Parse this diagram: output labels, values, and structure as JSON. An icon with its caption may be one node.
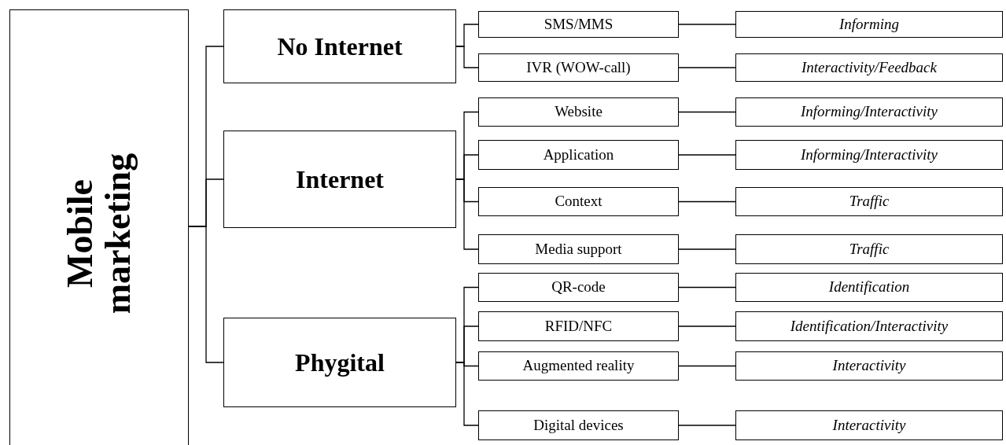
{
  "diagram": {
    "nodes": [
      {
        "text": [
          "Mobile marketing"
        ]
      },
      {
        "text": [
          "No Internet"
        ]
      },
      {
        "text": [
          "SMS/MMS"
        ]
      },
      {
        "text": [
          "Informing"
        ]
      },
      {
        "text": [
          "IVR (WOW-call)"
        ]
      },
      {
        "text": [
          "Interactivity/Feedback"
        ]
      },
      {
        "text": [
          "Internet"
        ]
      },
      {
        "text": [
          "Website"
        ]
      },
      {
        "text": [
          "Informing/Interactivity"
        ]
      },
      {
        "text": [
          "Application"
        ]
      },
      {
        "text": [
          "Informing/Interactivity"
        ]
      },
      {
        "text": [
          "Context"
        ]
      },
      {
        "text": [
          "Traffic"
        ]
      },
      {
        "text": [
          "Media support"
        ]
      },
      {
        "text": [
          "Traffic"
        ]
      },
      {
        "text": [
          "Phygital"
        ]
      },
      {
        "text": [
          "QR-code"
        ]
      },
      {
        "text": [
          "Identification"
        ]
      },
      {
        "text": [
          "RFID/NFC"
        ]
      },
      {
        "text": [
          "Identification/Interactivity"
        ]
      },
      {
        "text": [
          "Augmented reality"
        ]
      },
      {
        "text": [
          "Interactivity"
        ]
      },
      {
        "text": [
          "Digital devices"
        ]
      },
      {
        "text": [
          "Interactivity"
        ]
      }
    ],
    "edges": [
      {
        "from": 0,
        "to": 1,
        "arrow": "none"
      },
      {
        "from": 0,
        "to": 6,
        "arrow": "none"
      },
      {
        "from": 0,
        "to": 15,
        "arrow": "none"
      },
      {
        "from": 1,
        "to": 2,
        "arrow": "none"
      },
      {
        "from": 1,
        "to": 4,
        "arrow": "none"
      },
      {
        "from": 2,
        "to": 3,
        "arrow": "none"
      },
      {
        "from": 4,
        "to": 5,
        "arrow": "none"
      },
      {
        "from": 6,
        "to": 7,
        "arrow": "none"
      },
      {
        "from": 6,
        "to": 9,
        "arrow": "none"
      },
      {
        "from": 6,
        "to": 11,
        "arrow": "none"
      },
      {
        "from": 6,
        "to": 13,
        "arrow": "none"
      },
      {
        "from": 7,
        "to": 8,
        "arrow": "none"
      },
      {
        "from": 9,
        "to": 10,
        "arrow": "none"
      },
      {
        "from": 11,
        "to": 12,
        "arrow": "none"
      },
      {
        "from": 13,
        "to": 14,
        "arrow": "none"
      },
      {
        "from": 15,
        "to": 16,
        "arrow": "none"
      },
      {
        "from": 15,
        "to": 18,
        "arrow": "none"
      },
      {
        "from": 15,
        "to": 20,
        "arrow": "none"
      },
      {
        "from": 15,
        "to": 22,
        "arrow": "none"
      },
      {
        "from": 16,
        "to": 17,
        "arrow": "none"
      },
      {
        "from": 18,
        "to": 19,
        "arrow": "none"
      },
      {
        "from": 20,
        "to": 21,
        "arrow": "none"
      },
      {
        "from": 22,
        "to": 23,
        "arrow": "none"
      }
    ]
  }
}
